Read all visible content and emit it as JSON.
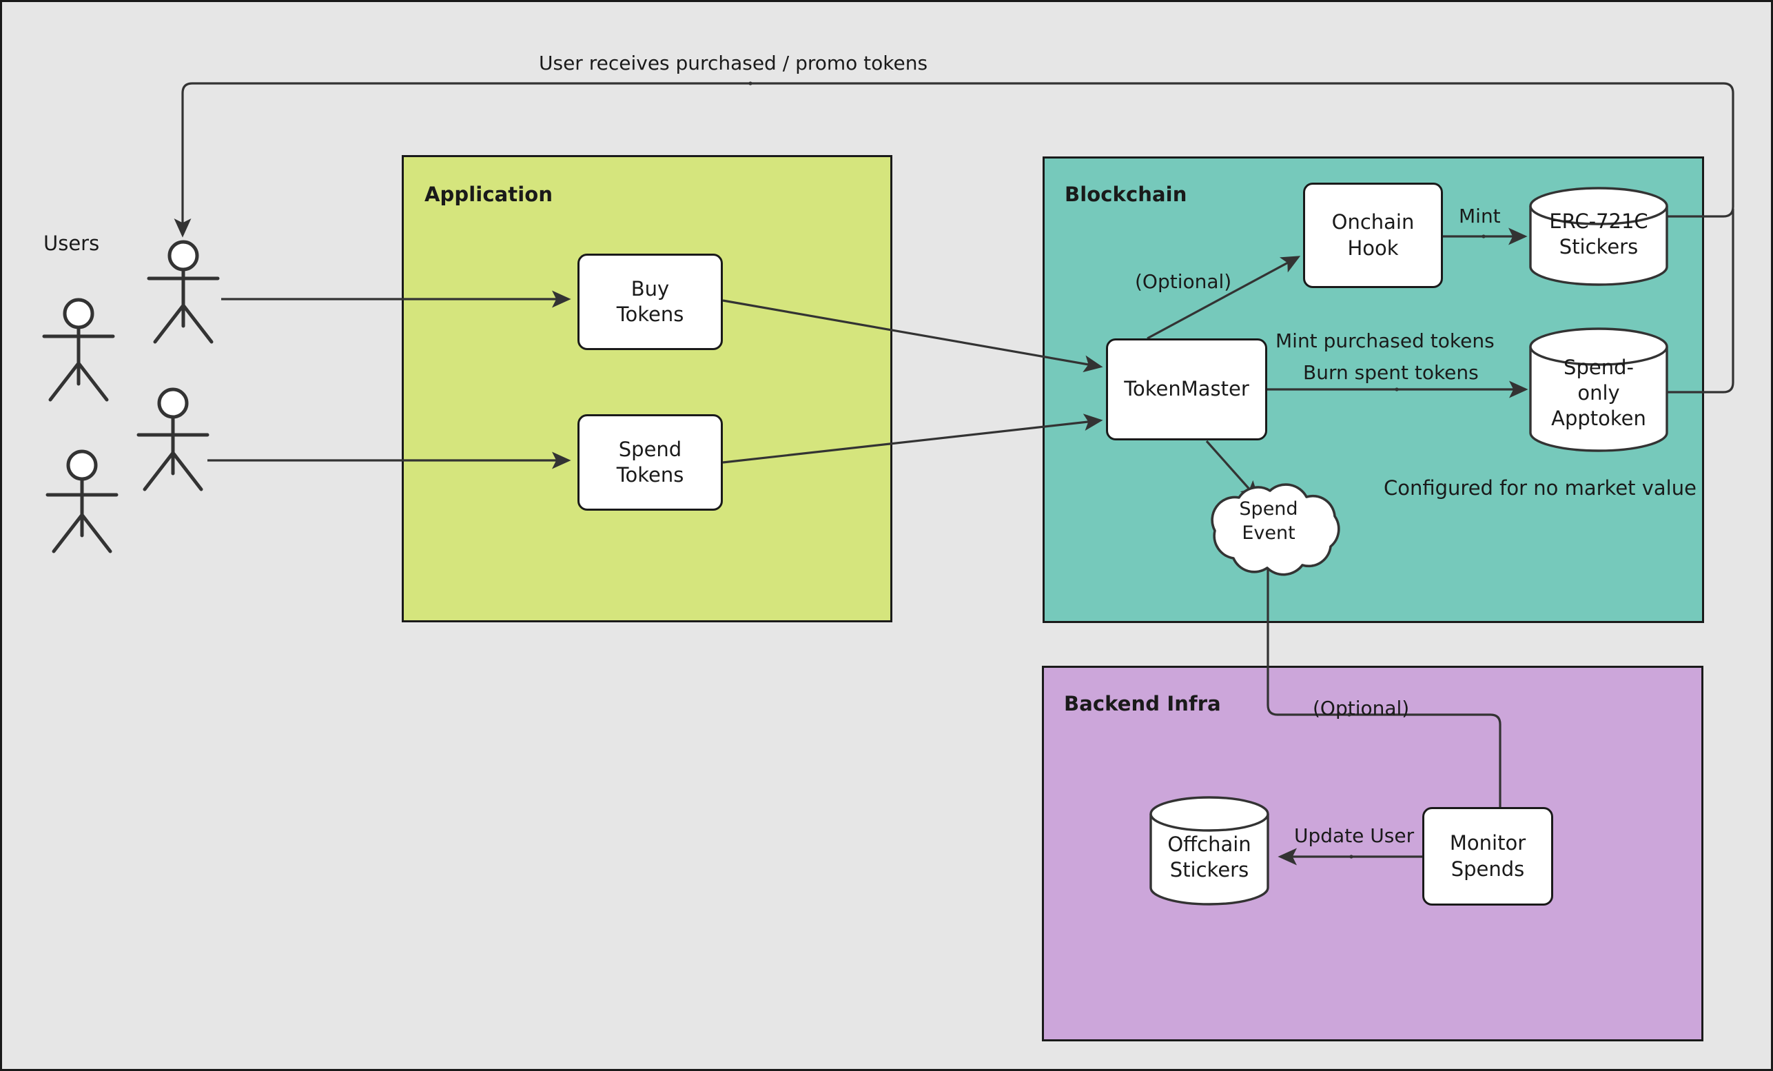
{
  "diagram": {
    "title_label": "Users",
    "top_flow_label": "User receives purchased / promo tokens",
    "note_no_market_value": "Configured for no market value",
    "colors": {
      "background": "#e6e6e6",
      "application_fill": "#d5e57d",
      "blockchain_fill": "#76c9bb",
      "backend_fill": "#cca6da",
      "node_fill": "#ffffff",
      "stroke": "#1a1a1a"
    },
    "groups": [
      {
        "id": "application",
        "label": "Application"
      },
      {
        "id": "blockchain",
        "label": "Blockchain"
      },
      {
        "id": "backend",
        "label": "Backend Infra"
      }
    ],
    "nodes": [
      {
        "id": "buy-tokens",
        "label": "Buy\nTokens",
        "shape": "rounded-rect",
        "group": "application"
      },
      {
        "id": "spend-tokens",
        "label": "Spend\nTokens",
        "shape": "rounded-rect",
        "group": "application"
      },
      {
        "id": "onchain-hook",
        "label": "Onchain\nHook",
        "shape": "rounded-rect",
        "group": "blockchain"
      },
      {
        "id": "token-master",
        "label": "TokenMaster",
        "shape": "rounded-rect",
        "group": "blockchain"
      },
      {
        "id": "erc721c-stickers",
        "label": "ERC-721C\nStickers",
        "shape": "cylinder",
        "group": "blockchain"
      },
      {
        "id": "spend-only-apptoken",
        "label": "Spend-\nonly\nApptoken",
        "shape": "cylinder",
        "group": "blockchain"
      },
      {
        "id": "spend-event",
        "label": "Spend\nEvent",
        "shape": "cloud",
        "group": "blockchain"
      },
      {
        "id": "monitor-spends",
        "label": "Monitor\nSpends",
        "shape": "rounded-rect",
        "group": "backend"
      },
      {
        "id": "offchain-stickers",
        "label": "Offchain\nStickers",
        "shape": "cylinder",
        "group": "backend"
      }
    ],
    "actors": [
      {
        "id": "user-1"
      },
      {
        "id": "user-2"
      },
      {
        "id": "user-3"
      },
      {
        "id": "user-4"
      }
    ],
    "edges": [
      {
        "id": "user-to-buy",
        "from": "user-1",
        "to": "buy-tokens",
        "label": ""
      },
      {
        "id": "user-to-spend",
        "from": "user-3",
        "to": "spend-tokens",
        "label": ""
      },
      {
        "id": "buy-to-tokenmaster",
        "from": "buy-tokens",
        "to": "token-master",
        "label": ""
      },
      {
        "id": "spend-to-tokenmaster",
        "from": "spend-tokens",
        "to": "token-master",
        "label": ""
      },
      {
        "id": "tokenmaster-to-onchainhook",
        "from": "token-master",
        "to": "onchain-hook",
        "label": "(Optional)"
      },
      {
        "id": "onchainhook-to-erc721c",
        "from": "onchain-hook",
        "to": "erc721c-stickers",
        "label": "Mint"
      },
      {
        "id": "tokenmaster-to-apptoken",
        "from": "token-master",
        "to": "spend-only-apptoken",
        "label": "Mint purchased tokens\nBurn spent tokens"
      },
      {
        "id": "tokenmaster-to-spendevent",
        "from": "token-master",
        "to": "spend-event",
        "label": ""
      },
      {
        "id": "erc721c-to-user",
        "from": "erc721c-stickers",
        "to": "user-1",
        "label": "User receives purchased / promo tokens"
      },
      {
        "id": "apptoken-to-user",
        "from": "spend-only-apptoken",
        "to": "user-1",
        "label": ""
      },
      {
        "id": "spendevent-to-monitor",
        "from": "spend-event",
        "to": "monitor-spends",
        "label": "(Optional)"
      },
      {
        "id": "monitor-to-offchain",
        "from": "monitor-spends",
        "to": "offchain-stickers",
        "label": "Update User"
      }
    ],
    "edge_labels": {
      "optional_blockchain": "(Optional)",
      "optional_backend": "(Optional)",
      "mint": "Mint",
      "mint_purchased": "Mint purchased tokens",
      "burn_spent": "Burn spent tokens",
      "update_user": "Update User"
    }
  }
}
